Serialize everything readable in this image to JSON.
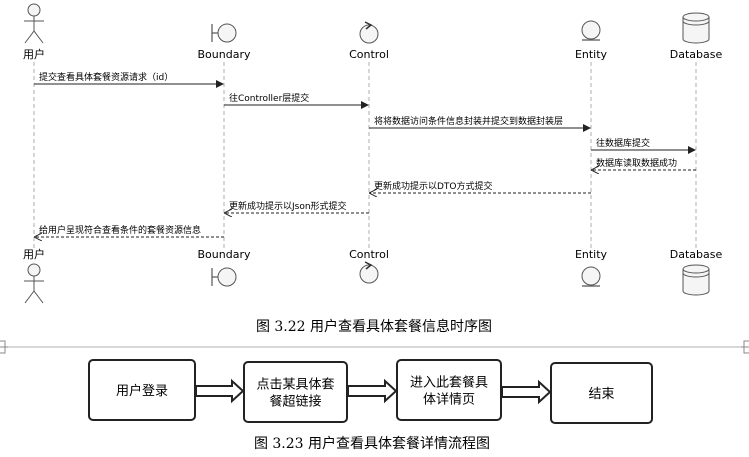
{
  "sequence": {
    "participants": [
      {
        "label": "用户",
        "kind": "actor"
      },
      {
        "label": "Boundary",
        "kind": "boundary"
      },
      {
        "label": "Control",
        "kind": "control"
      },
      {
        "label": "Entity",
        "kind": "entity"
      },
      {
        "label": "Database",
        "kind": "database"
      }
    ],
    "messages": [
      {
        "from": 0,
        "to": 1,
        "text": "提交查看具体套餐资源请求（id）",
        "style": "solid"
      },
      {
        "from": 1,
        "to": 2,
        "text": "往Controller层提交",
        "style": "solid"
      },
      {
        "from": 2,
        "to": 3,
        "text": "将将数据访问条件信息封装并提交到数据封装层",
        "style": "solid"
      },
      {
        "from": 3,
        "to": 4,
        "text": "往数据库提交",
        "style": "solid"
      },
      {
        "from": 4,
        "to": 3,
        "text": "数据库读取数据成功",
        "style": "dashed"
      },
      {
        "from": 3,
        "to": 2,
        "text": "更新成功提示以DTO方式提交",
        "style": "dashed"
      },
      {
        "from": 2,
        "to": 1,
        "text": "更新成功提示以Json形式提交",
        "style": "dashed"
      },
      {
        "from": 1,
        "to": 0,
        "text": "给用户呈现符合查看条件的套餐资源信息",
        "style": "dashed"
      }
    ],
    "caption": "图 3.22 用户查看具体套餐信息时序图"
  },
  "flow": {
    "steps": [
      {
        "lines": [
          "用户登录"
        ]
      },
      {
        "lines": [
          "点击某具体套",
          "餐超链接"
        ]
      },
      {
        "lines": [
          "进入此套餐具",
          "体详情页"
        ]
      },
      {
        "lines": [
          "结束"
        ]
      }
    ],
    "caption": "图 3.23 用户查看具体套餐详情流程图"
  }
}
